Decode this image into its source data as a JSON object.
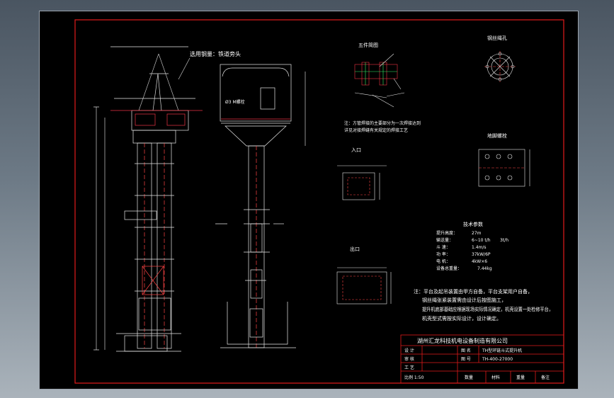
{
  "drawing": {
    "callout_top": "选用钢量：铁道旁头",
    "side_label": "Ø3 M螺栓",
    "detail_top_title": "五件简图",
    "detail_top_note_1": "注：方管焊接的主要部分为一次焊接达到",
    "detail_top_note_2": "详见对接焊缝有关规定的焊接工艺",
    "detail_flange_title": "钢丝绳孔",
    "detail_inlet_title": "入口",
    "detail_box_title": "地脚螺栓",
    "detail_outlet_title": "出口",
    "tech_title": "技术参数",
    "tech_params": [
      {
        "label": "提升高度：",
        "value": "27m"
      },
      {
        "label": "输送量：",
        "value": "6~10 t/h",
        "extra": "3t/h"
      },
      {
        "label": "斗   速：",
        "value": "1.4m/s"
      },
      {
        "label": "功   率：",
        "value": "37kW/6P"
      },
      {
        "label": "电   机：",
        "value": "4kW×6"
      },
      {
        "label": "设备总重量：",
        "value": "7.44kg"
      }
    ],
    "notes": [
      "注：平台及起吊装置由甲方自备，平台支架用户自备，",
      "钢丝绳张紧装置需由设计后按图施工，",
      "提升机底部基础应根据现场实际情况确定，机壳设置一处检修平台，",
      "机壳型式需按实际设计，设计确定。"
    ],
    "company": "湖州汇龙科技机电设备制造有限公司",
    "title_rows": [
      {
        "c1": "设 计",
        "c2": "图 名",
        "c3": "TH型环链斗式提升机"
      },
      {
        "c1": "审 核",
        "c2": "图 号",
        "c3": "TH-400-27000"
      },
      {
        "c1": "工 艺",
        "c2": "",
        "c3": ""
      }
    ],
    "title_bottom": [
      "比例 1:50",
      "数量",
      "材料",
      "重量",
      "备注"
    ]
  }
}
